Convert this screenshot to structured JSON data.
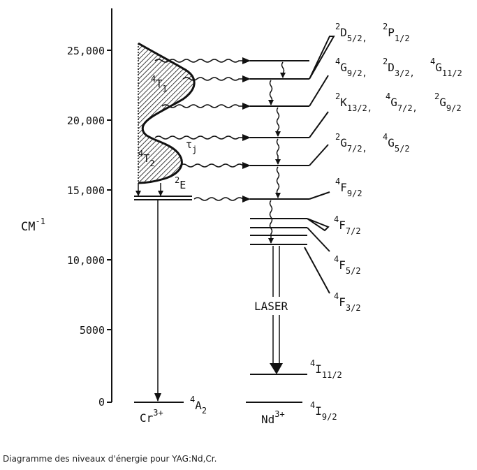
{
  "diagram": {
    "axis": {
      "tick_labels": [
        "25,000",
        "20,000",
        "15,000",
        "10,000",
        "5000",
        "0"
      ],
      "unit": "CM",
      "unit_exponent": "-1"
    },
    "cr_levels": {
      "ion": "Cr",
      "ion_charge": "3+",
      "ground_term": {
        "pre": "4",
        "main": "A",
        "sub": "2"
      },
      "band_upper": {
        "pre": "4",
        "main": "T",
        "sub": "1"
      },
      "band_lower": {
        "pre": "4",
        "main": "T",
        "sub": "2"
      },
      "level_e": {
        "pre": "2",
        "main": "E"
      },
      "tau": {
        "main": "τ",
        "sub": "j"
      }
    },
    "nd_levels": {
      "ion": "Nd",
      "ion_charge": "3+",
      "laser": "LASER",
      "terms": [
        [
          {
            "pre": "2",
            "main": "D",
            "sub": "5/2,"
          },
          {
            "pre": "2",
            "main": "P",
            "sub": "1/2"
          }
        ],
        [
          {
            "pre": "4",
            "main": "G",
            "sub": "9/2,"
          },
          {
            "pre": "2",
            "main": "D",
            "sub": "3/2,"
          },
          {
            "pre": "4",
            "main": "G",
            "sub": "11/2"
          }
        ],
        [
          {
            "pre": "2",
            "main": "K",
            "sub": "13/2,"
          },
          {
            "pre": "4",
            "main": "G",
            "sub": "7/2,"
          },
          {
            "pre": "2",
            "main": "G",
            "sub": "9/2"
          }
        ],
        [
          {
            "pre": "2",
            "main": "G",
            "sub": "7/2,"
          },
          {
            "pre": "4",
            "main": "G",
            "sub": "5/2"
          }
        ],
        [
          {
            "pre": "4",
            "main": "F",
            "sub": "9/2"
          }
        ],
        [
          {
            "pre": "4",
            "main": "F",
            "sub": "7/2"
          }
        ],
        [
          {
            "pre": "4",
            "main": "F",
            "sub": "5/2"
          }
        ],
        [
          {
            "pre": "4",
            "main": "F",
            "sub": "3/2"
          }
        ],
        [
          {
            "pre": "4",
            "main": "I",
            "sub": "11/2"
          }
        ],
        [
          {
            "pre": "4",
            "main": "I",
            "sub": "9/2"
          }
        ]
      ]
    }
  },
  "caption": "Diagramme des niveaux d'énergie pour YAG:Nd,Cr."
}
